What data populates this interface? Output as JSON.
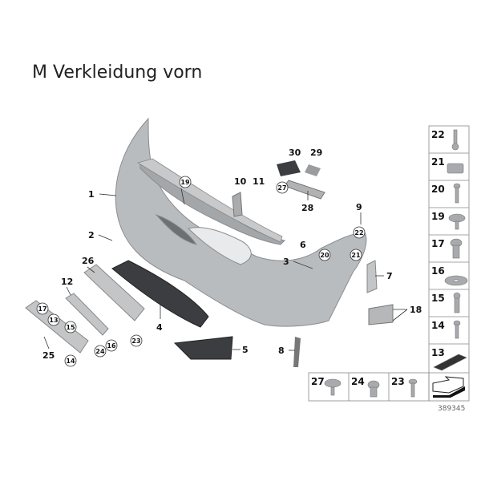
{
  "title": "M Verkleidung vorn",
  "diagram_code": "389345",
  "callouts": {
    "c1": "1",
    "c2": "2",
    "c3": "3",
    "c4": "4",
    "c5": "5",
    "c6": "6",
    "c7": "7",
    "c8": "8",
    "c9": "9",
    "c10": "10",
    "c11": "11",
    "c12": "12",
    "c18": "18",
    "c25": "25",
    "c26": "26",
    "c28": "28",
    "c29": "29",
    "c30": "30"
  },
  "circled_callouts": {
    "c19": "19",
    "c27": "27",
    "c22": "22",
    "c20": "20",
    "c21": "21",
    "c17": "17",
    "c13": "13",
    "c15": "15",
    "c24": "24",
    "c16": "16",
    "c23": "23",
    "c14": "14"
  },
  "parts_legend": {
    "column": [
      "22",
      "21",
      "20",
      "19",
      "17",
      "16",
      "15",
      "14",
      "13"
    ],
    "bottom_row": [
      "27",
      "24",
      "23"
    ]
  }
}
